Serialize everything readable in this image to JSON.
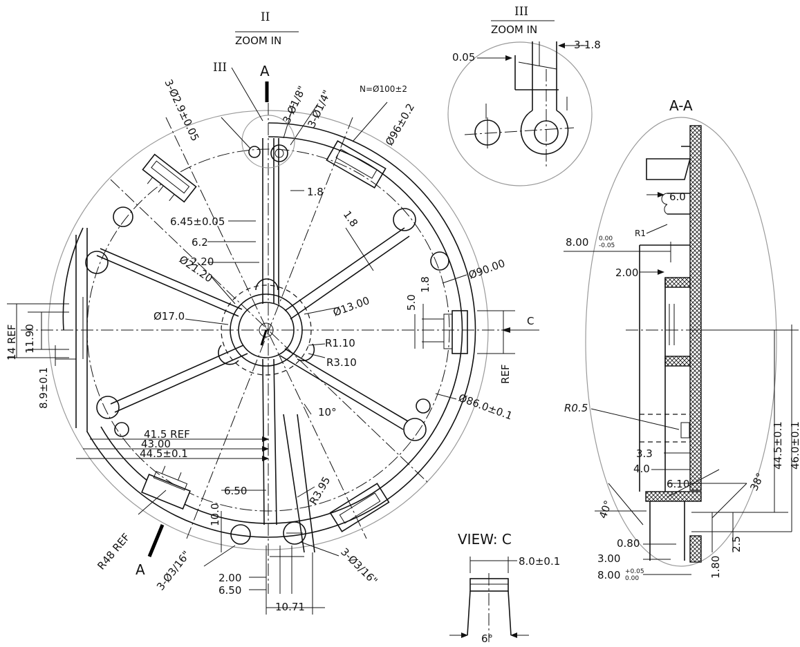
{
  "views": {
    "zoom_ii": {
      "roman": "II",
      "title": "ZOOM IN"
    },
    "zoom_iii": {
      "roman": "III",
      "title": "ZOOM IN"
    },
    "section": {
      "title": "A-A"
    },
    "view_c": {
      "title": "VIEW: C"
    },
    "detail_marker": "III",
    "section_marker": "A",
    "view_arrow_marker": "C"
  },
  "dimensions": {
    "d29": "3-Ø2.9±0.05",
    "d18in": "3-Ø1/8\"",
    "d14in": "3-Ø1/4\"",
    "n100": "N=Ø100±2",
    "d96": "Ø96±0.2",
    "w18a": "1.8",
    "w645": "6.45±0.05",
    "w62": "6.2",
    "w220": "2.20",
    "w18b": "1.8",
    "d2120": "Ø21.20",
    "d9000": "Ø90.00",
    "w50": "5.0",
    "w18c": "1.8",
    "d1300": "Ø13.00",
    "d170": "Ø17.0",
    "r110": "R1.10",
    "r310": "R3.10",
    "c_marker": "C",
    "ref": "REF",
    "d860": "Ø86.0±0.1",
    "ang10": "10°",
    "l415": "41.5  REF",
    "l4300": "43.00",
    "l445": "44.5±0.1",
    "w650a": "6.50",
    "r395": "R3.95",
    "w10": "10.0",
    "r48": "R48 REF",
    "d316a": "3-Ø3/16\"",
    "d316b": "3-Ø3/16\"",
    "w200": "2.00",
    "w650b": "6.50",
    "w1071": "10.71",
    "l14": "14 REF",
    "l1190": "11.90",
    "l89": "8.9±0.1",
    "z005": "0.05",
    "z318": "3-1.8",
    "s60": "6.0",
    "sr1": "R1",
    "s800": "8.00",
    "s800tol_up": "0.00",
    "s800tol_dn": "-0.05",
    "s200": "2.00",
    "sr05": "R0.5",
    "s33": "3.3",
    "s40": "4.0",
    "s610": "6.10",
    "s38": "38°",
    "s40deg": "40°",
    "s080": "0.80",
    "s300": "3.00",
    "s800b": "8.00",
    "s800btol_up": "+0.05",
    "s800btol_dn": "0.00",
    "s180": "1.80",
    "s25": "2.5",
    "s445": "44.5±0.1",
    "s460": "46.0±0.1",
    "c80": "8.0±0.1",
    "c6deg": "6°"
  }
}
